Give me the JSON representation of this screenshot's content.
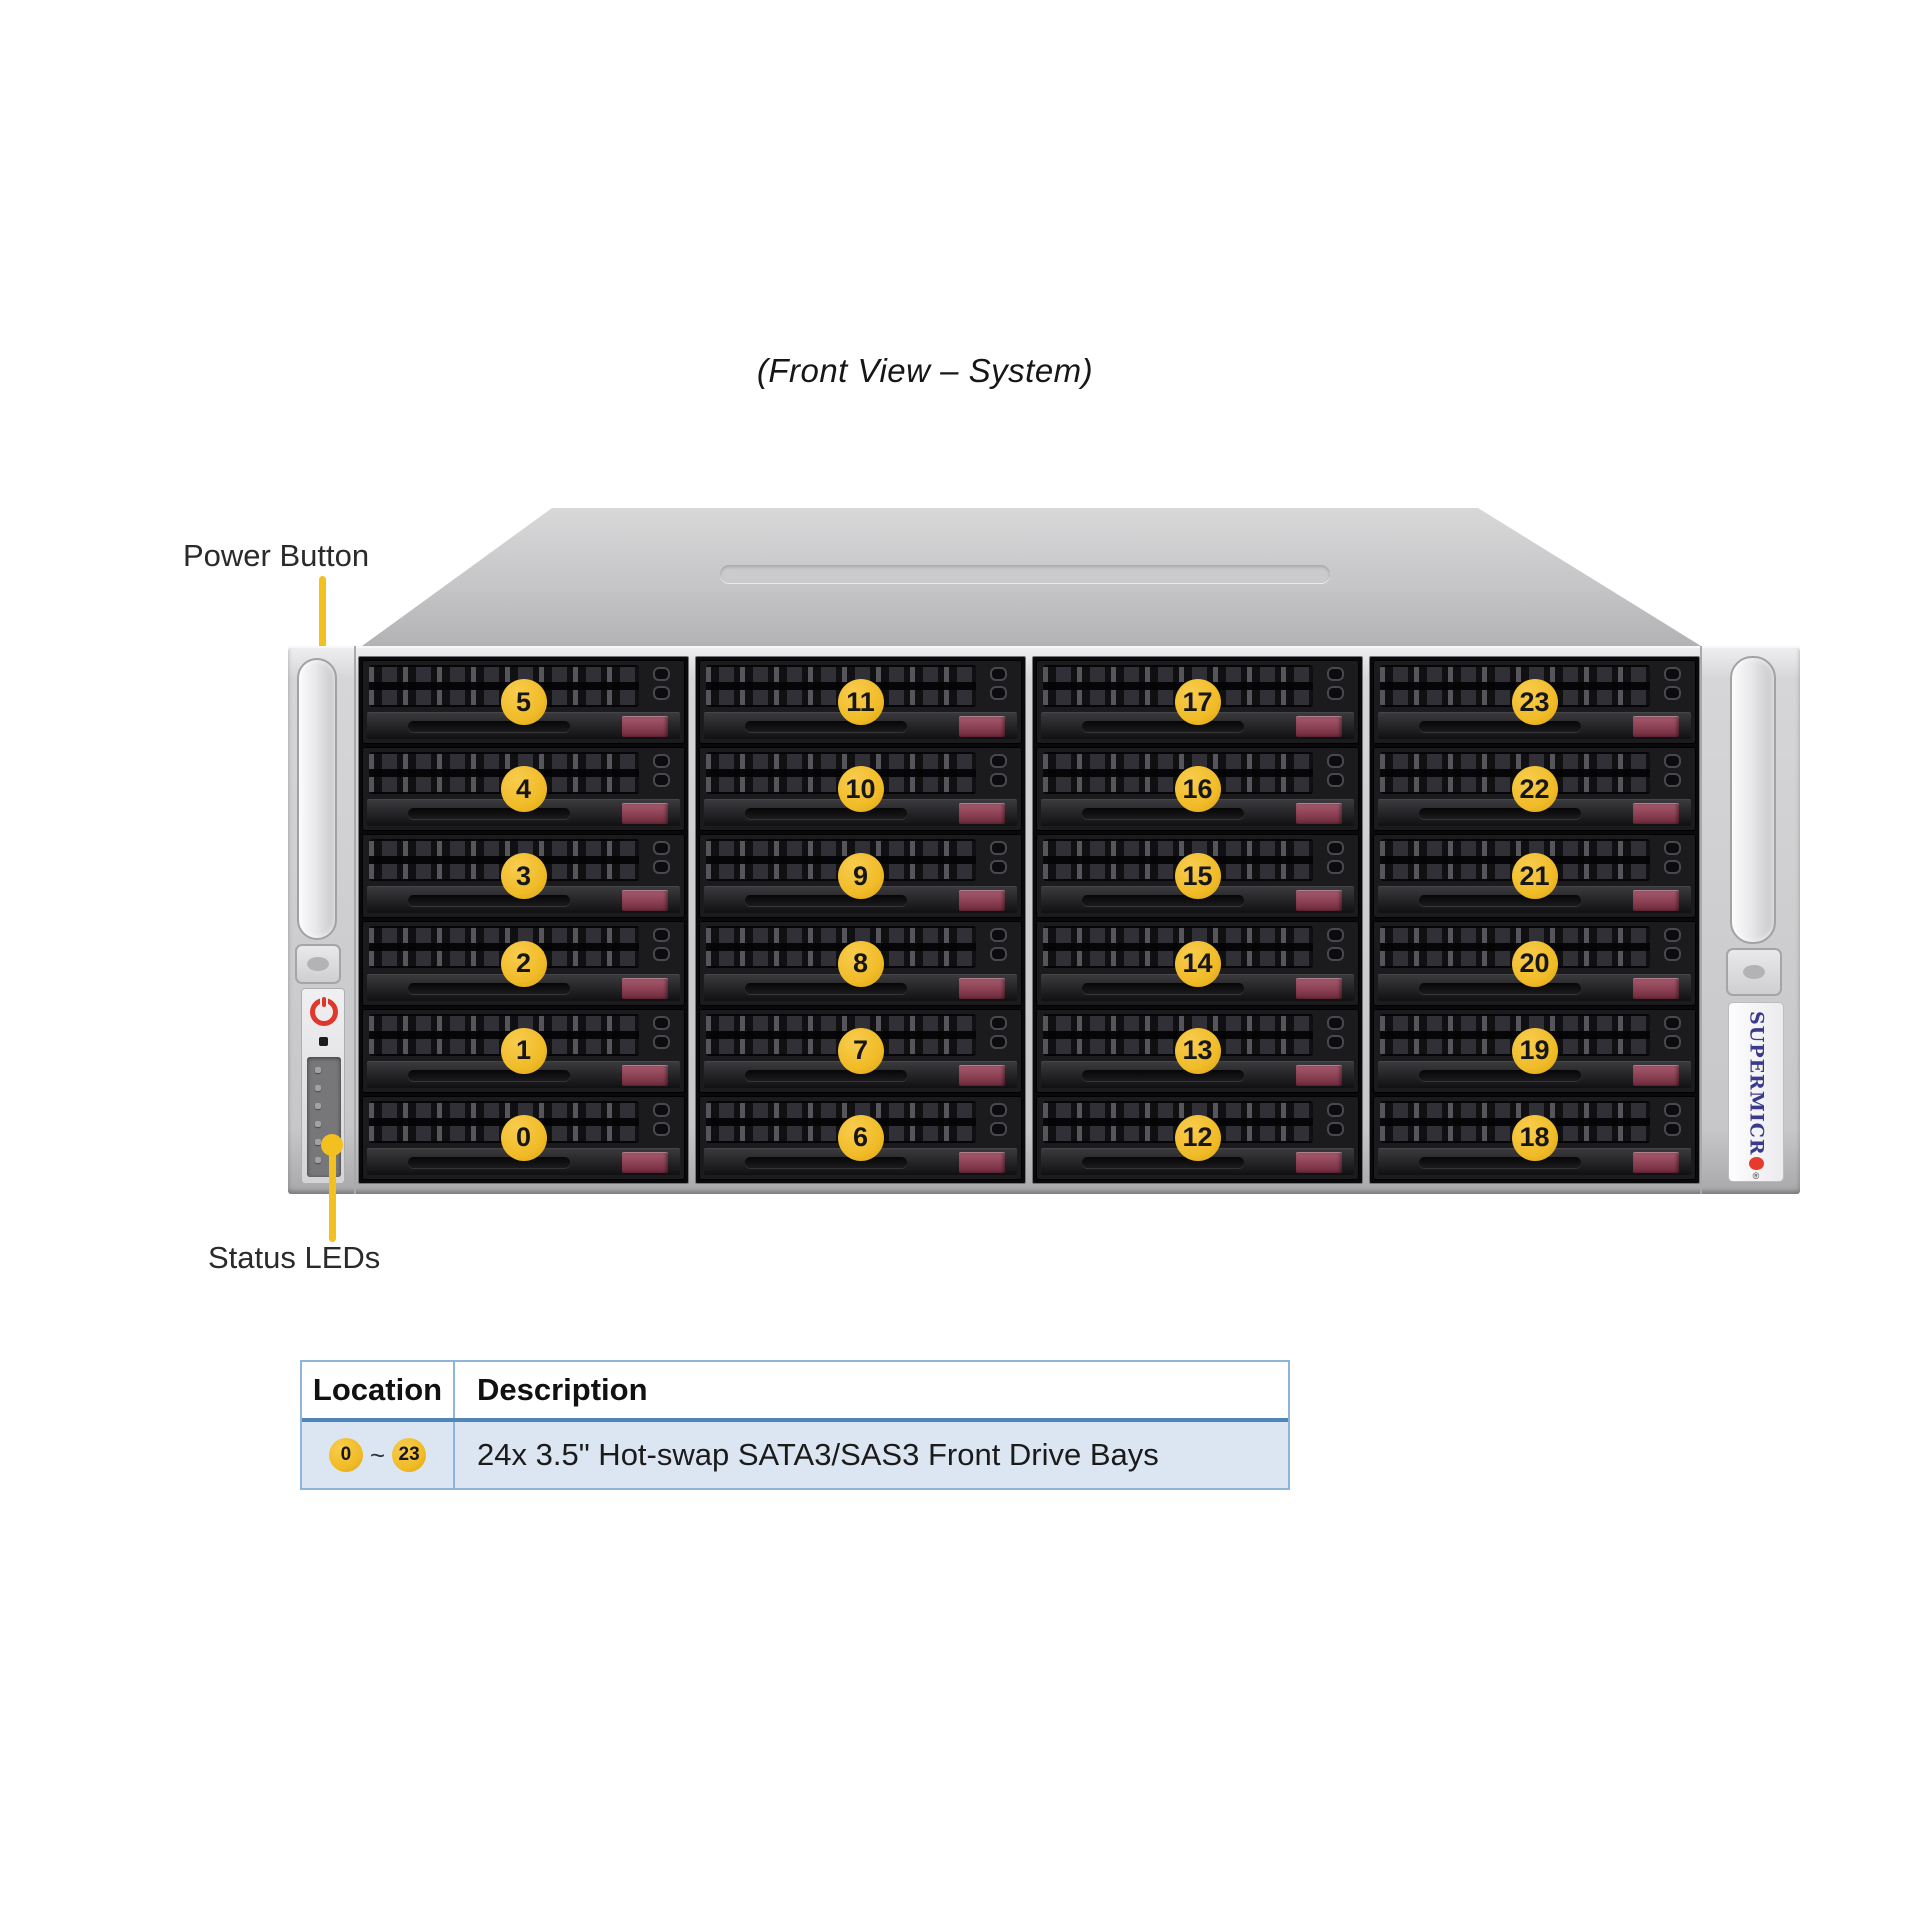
{
  "title": "(Front View – System)",
  "callouts": {
    "power_button_label": "Power Button",
    "status_leds_label": "Status LEDs"
  },
  "chassis": {
    "drive_bays": {
      "count": 24,
      "columns": [
        [
          5,
          4,
          3,
          2,
          1,
          0
        ],
        [
          11,
          10,
          9,
          8,
          7,
          6
        ],
        [
          17,
          16,
          15,
          14,
          13,
          12
        ],
        [
          23,
          22,
          21,
          20,
          19,
          18
        ]
      ]
    },
    "control_panel": {
      "led_count": 6
    },
    "branding": {
      "name": "SUPERMICRO",
      "display_prefix": "SUPERMICR",
      "registered_mark": "®"
    }
  },
  "table": {
    "headers": [
      "Location",
      "Description"
    ],
    "row": {
      "location_start": "0",
      "location_separator": "~",
      "location_end": "23",
      "description": "24x 3.5\" Hot-swap SATA3/SAS3 Front Drive Bays"
    }
  },
  "colors": {
    "badge_yellow": "#F0BB27",
    "connector_yellow": "#F2C01F",
    "latch_red": "#8C4054",
    "logo_blue": "#3A3A8C",
    "logo_dot_red": "#E53B2C",
    "power_red": "#E0372B",
    "table_border": "#8DB4D9",
    "table_header_rule": "#4E86B8",
    "table_row_bg": "#DCE6F2"
  }
}
